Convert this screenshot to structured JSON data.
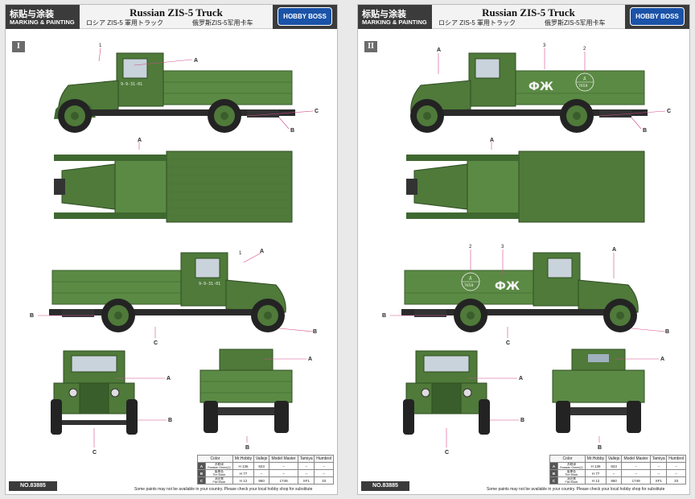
{
  "header": {
    "cn_label": "标贴与涂装",
    "en_label": "MARKING & PAINTING",
    "title": "Russian ZIS-5 Truck",
    "subtitle_jp": "ロシア ZIS-5 軍用トラック",
    "subtitle_cn": "俄罗斯ZIS-5军用卡车",
    "logo": "HOBBY BOSS"
  },
  "sheets": [
    {
      "roman": "I",
      "plate": "9-9-31-01",
      "big_marking": "",
      "circle_top": "",
      "circle_num": ""
    },
    {
      "roman": "II",
      "plate": "",
      "big_marking": "ФЖ",
      "circle_top": "Д",
      "circle_num": "7659"
    }
  ],
  "callouts": {
    "a": "A",
    "b": "B",
    "c": "C",
    "n1": "1",
    "n2": "2",
    "n3": "3"
  },
  "footer": {
    "number": "NO.83885",
    "note": "Some paints may not be available in your country. Please check your local hobby shop for substitute"
  },
  "paint_table": {
    "headers": [
      "Color",
      "Mr.Hobby",
      "Vallejo",
      "Model Master",
      "Tamiya",
      "Humbrol"
    ],
    "rows": [
      {
        "key": "A",
        "name_cn": "苏联绿",
        "name_en": "Russian Green(2)",
        "mrhobby": "H 136",
        "vallejo": "823",
        "model_master": "--",
        "tamiya": "--",
        "humbrol": "--"
      },
      {
        "key": "B",
        "name_cn": "胎黑色",
        "name_en": "Tire Black",
        "mrhobby": "H 77",
        "vallejo": "--",
        "model_master": "--",
        "tamiya": "--",
        "humbrol": "--"
      },
      {
        "key": "C",
        "name_cn": "消光黑",
        "name_en": "Flat Black",
        "mrhobby": "H 12",
        "vallejo": "950",
        "model_master": "1749",
        "tamiya": "XF1",
        "humbrol": "33"
      }
    ]
  },
  "colors": {
    "green": "#4f7a3a",
    "green_dark": "#3a5e2b",
    "green_light": "#6a9a50",
    "tire": "#232323",
    "header": "#3b3b3b"
  }
}
